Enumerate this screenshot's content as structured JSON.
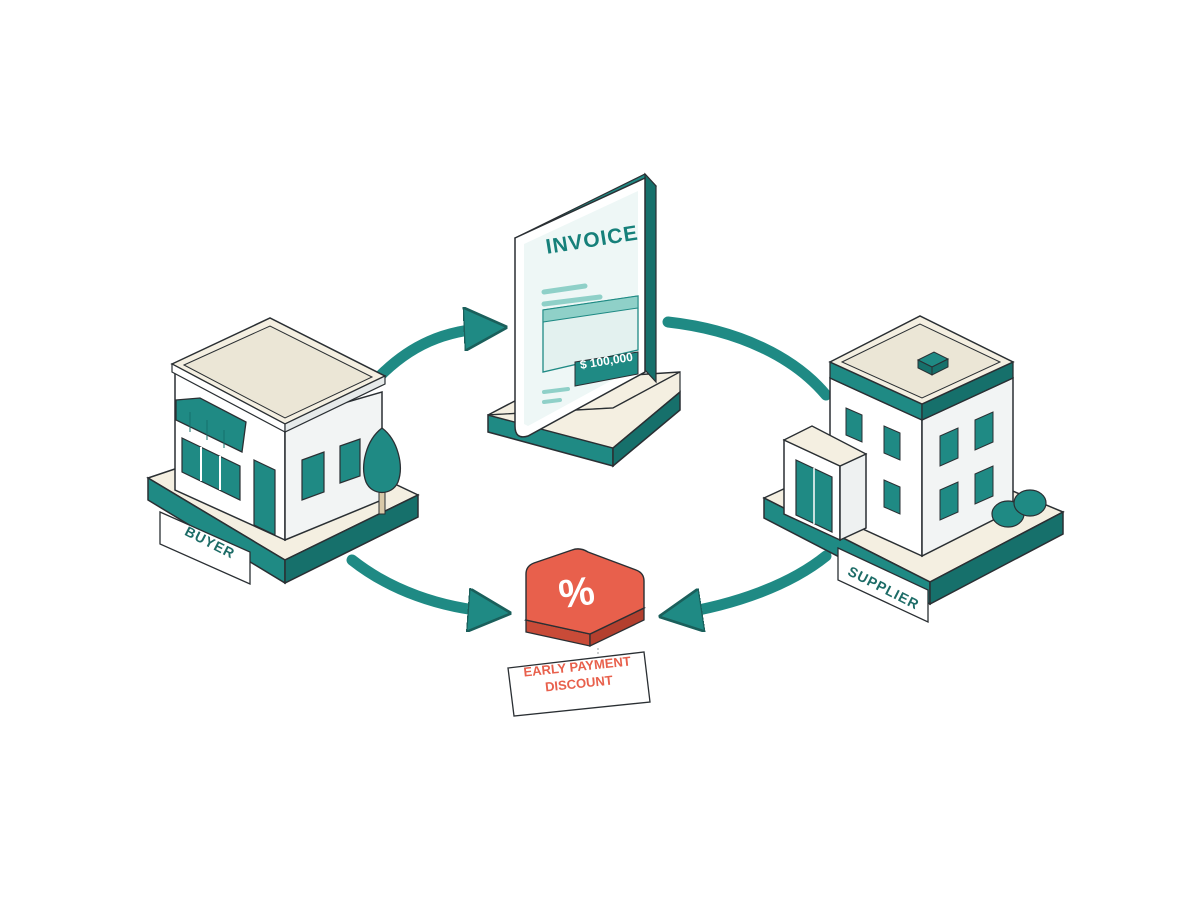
{
  "invoice": {
    "title": "INVOICE",
    "amount": "$ 100,000"
  },
  "buyer": {
    "label": "BUYER"
  },
  "supplier": {
    "label": "SUPPLIER"
  },
  "discount": {
    "label": "EARLY PAYMENT DISCOUNT",
    "icon": "percent-icon",
    "icon_glyph": "%"
  },
  "colors": {
    "teal": "#1f8a84",
    "teal_dark": "#16706b",
    "base_cream": "#f4efe1",
    "discount_red": "#e8604c",
    "outline": "#2a2f33"
  }
}
